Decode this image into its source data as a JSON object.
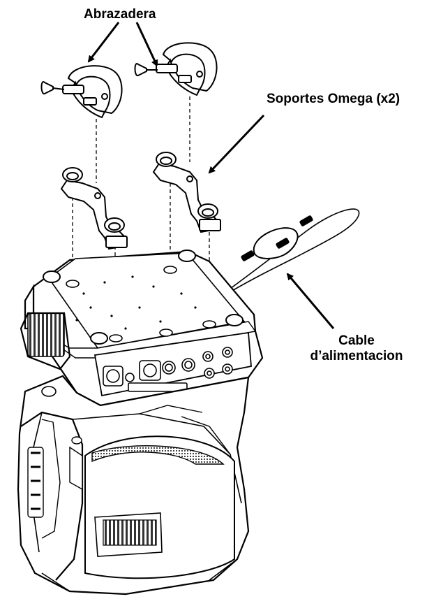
{
  "labels": {
    "clamp": "Abrazadera",
    "omega_brackets": "Soportes Omega (x2)",
    "power_cable_line1": "Cable",
    "power_cable_line2": "d’alimentacion"
  },
  "colors": {
    "ink": "#000000",
    "paper": "#ffffff",
    "grille": "#555555"
  }
}
